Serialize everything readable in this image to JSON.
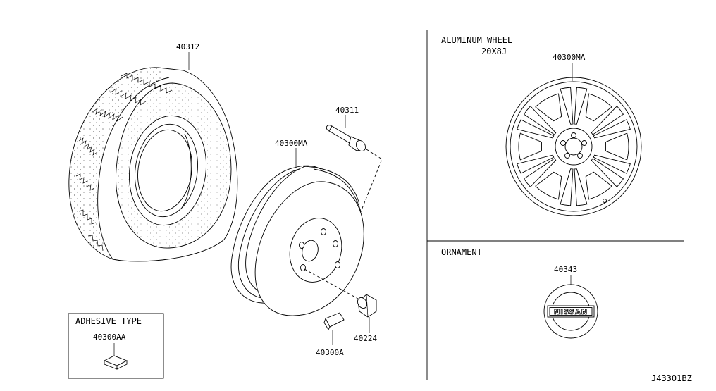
{
  "labels": {
    "tire": "40312",
    "valve": "40311",
    "steel_wheel": "40300MA",
    "nut": "40224",
    "balance_weight": "40300A",
    "alu_wheel": "40300MA",
    "ornament_part": "40343",
    "adhesive_part": "40300AA"
  },
  "sections": {
    "aluminum_wheel_title": "ALUMINUM WHEEL",
    "aluminum_wheel_size": "20X8J",
    "ornament_title": "ORNAMENT",
    "adhesive_title": "ADHESIVE TYPE"
  },
  "emblem_text": "NISSAN",
  "diagram_code": "J43301BZ"
}
